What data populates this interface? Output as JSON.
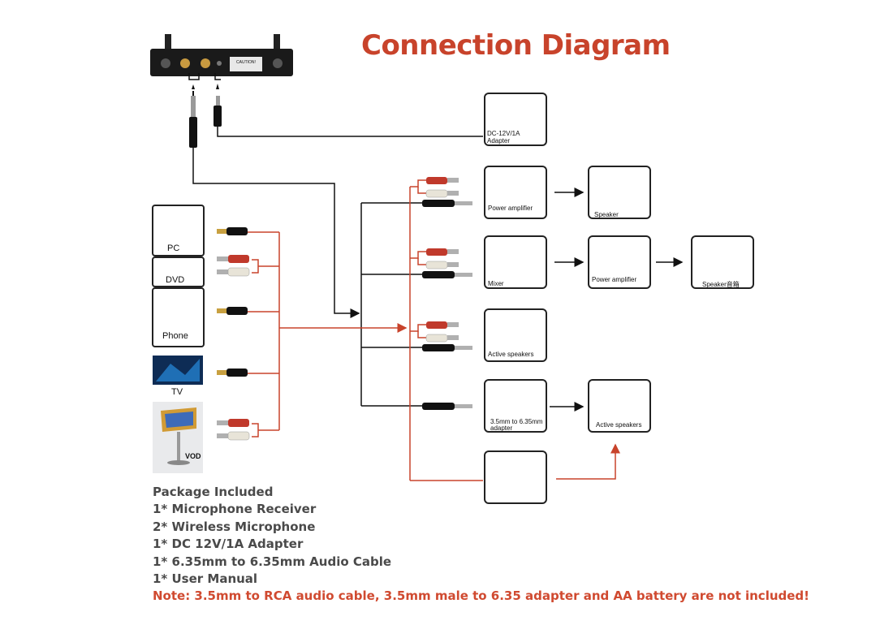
{
  "title": "Connection Diagram",
  "receiver": {
    "caution_text": "CAUTION!"
  },
  "sources": {
    "pc": "PC",
    "dvd": "DVD",
    "phone": "Phone",
    "tv": "TV",
    "vod": "VOD"
  },
  "devices": {
    "adapter": "DC-12V/1A Adapter",
    "power_amplifier_1": "Power amplifier",
    "speaker_1": "Speaker",
    "mixer": "Mixer",
    "power_amplifier_2": "Power amplifier",
    "speaker_2": "Speaker音箱",
    "active_speakers_1": "Active speakers",
    "adapter_35": "3.5mm to 6.35mm adapter",
    "active_speakers_2": "Active speakers"
  },
  "package": {
    "heading": "Package Included",
    "items": [
      "1* Microphone Receiver",
      "2* Wireless Microphone",
      "1* DC 12V/1A Adapter",
      "1* 6.35mm to 6.35mm Audio Cable",
      "1* User Manual"
    ],
    "note": "Note: 3.5mm to RCA audio cable, 3.5mm male to 6.35 adapter and AA battery are not included!"
  },
  "colors": {
    "title": "#c8432b",
    "note": "#d04a30",
    "cable_red": "#c8432b",
    "line": "#111111"
  }
}
